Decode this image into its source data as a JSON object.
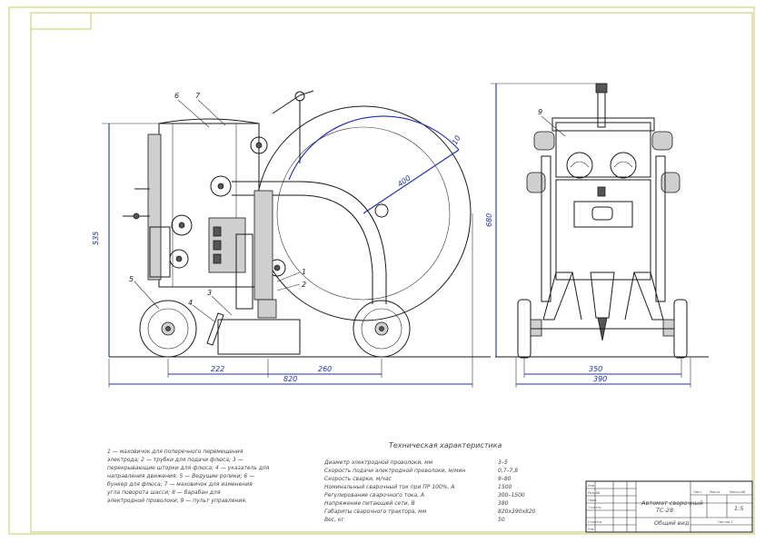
{
  "drawing": {
    "dimensions": {
      "d535": "535",
      "d222": "222",
      "d260": "260",
      "d820": "820",
      "d680": "680",
      "d350": "350",
      "d390": "390",
      "d400": "400",
      "d10": "10"
    },
    "callouts": {
      "n1": "1",
      "n2": "2",
      "n3": "3",
      "n4": "4",
      "n5": "5",
      "n6": "6",
      "n7": "7",
      "n9": "9"
    }
  },
  "specs": {
    "title": "Техническая характеристика",
    "rows": [
      {
        "label": "Диаметр электродной проволоки, мм",
        "value": "3–5"
      },
      {
        "label": "Скорость подачи электродной проволоки, м/мин",
        "value": "0,7–7,8"
      },
      {
        "label": "Скорость сварки, м/час",
        "value": "9–80"
      },
      {
        "label": "Номинальный сварочный ток при ПР 100%, А",
        "value": "1500"
      },
      {
        "label": "Регулирование сварочного тока, А",
        "value": "300–1500"
      },
      {
        "label": "Напряжение питающей сети, В",
        "value": "380"
      },
      {
        "label": "Габариты сварочного трактора, мм",
        "value": "820x390x820"
      },
      {
        "label": "Вес, кг",
        "value": "50"
      }
    ]
  },
  "legend": {
    "lines": [
      "1 — маховичок для поперечного перемещения",
      "электрода; 2 — трубки для подачи флюса; 3 —",
      "перекрывающие шторки для флюса; 4 — указатель для",
      "направления движения; 5 — Ведущие ролики; 6 —",
      "бункер для флюса; 7 — маховичок для изменения",
      "угла поворота шасси;          8 — барабан для",
      "электродной проволоки; 9 — пульт управления."
    ]
  },
  "title_block": {
    "name_line1": "Автомат сварочный",
    "name_line2": "ТС-28",
    "subtitle": "Общий вид",
    "scale": "1:5",
    "sheet": "Лист",
    "mass": "Масса",
    "scale_label": "Масштаб",
    "sheets": "Листов 1",
    "rows": [
      "Изм",
      "Разраб.",
      "Пров.",
      "Т.контр.",
      "",
      "Н.контр.",
      "Утв."
    ]
  }
}
